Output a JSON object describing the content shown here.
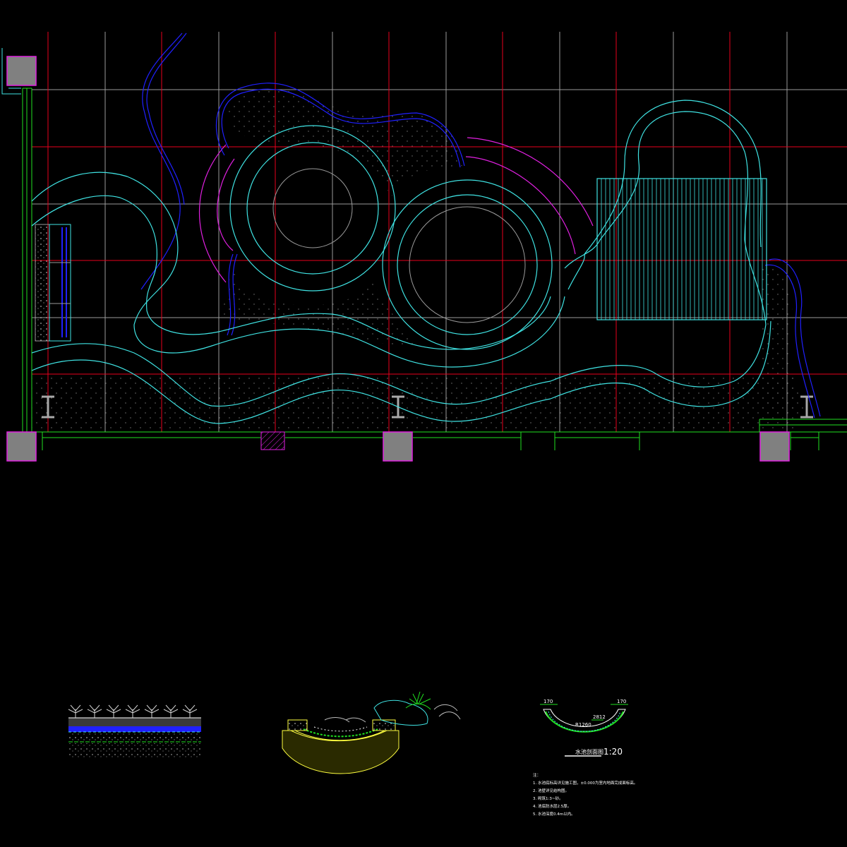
{
  "drawing": {
    "background": "#000000",
    "colors": {
      "grid_red": "#e8001c",
      "grid_gray": "#9a9a9a",
      "path_cyan": "#3fe3e3",
      "stream_blue": "#2020ff",
      "arc_magenta": "#e020e0",
      "wall_green": "#20e020",
      "column_fill": "#808080",
      "column_edge": "#e020e0",
      "white": "#ffffff",
      "yellow": "#ffff40"
    }
  },
  "detail_section": {
    "dim_left": "170",
    "dim_right": "170",
    "dim_mid": "2812",
    "inner_label": "R1260",
    "title": "水池剖面图",
    "scale": "1:20"
  },
  "notes": {
    "heading": "注：",
    "lines": [
      "1. 水池底标高详见施工图，±0.000为室内地面完成面标高。",
      "2. 池壁详见结构图。",
      "3. 砌筑1:3~砂。",
      "4. 池底防水层2.5厚。",
      "5. 水池深度0.4m以内。"
    ]
  }
}
